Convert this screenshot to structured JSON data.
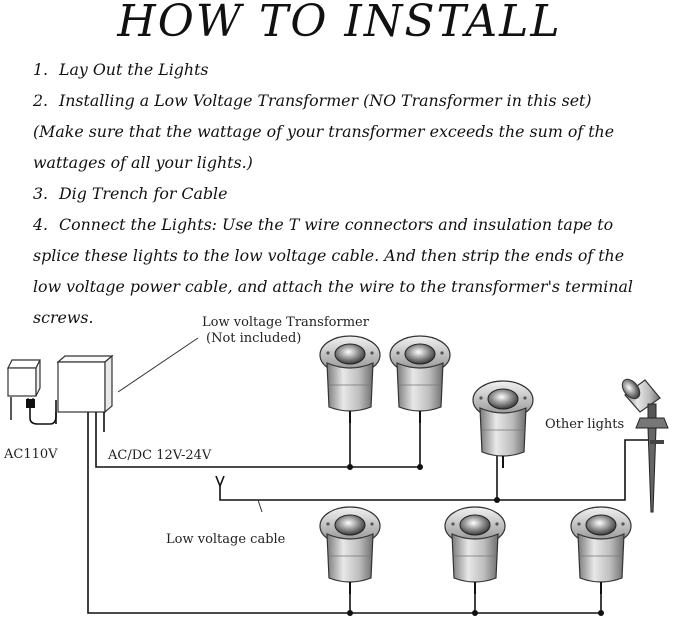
{
  "title": "HOW TO INSTALL",
  "steps": [
    {
      "num": "1.",
      "text": "Lay Out the Lights"
    },
    {
      "num": "2.",
      "text": "Installing a Low Voltage Transformer (NO Transformer in this set)"
    },
    {
      "num": "",
      "text": "(Make sure that the wattage of your transformer exceeds the sum of the"
    },
    {
      "num": "",
      "text": "wattages of all your lights.)"
    },
    {
      "num": "3.",
      "text": "Dig Trench for Cable"
    },
    {
      "num": "4.",
      "text": "Connect the Lights: Use the T wire connectors and insulation tape to"
    },
    {
      "num": "",
      "text": "splice these lights to the low voltage cable. And then strip the ends of the"
    },
    {
      "num": "",
      "text": "low voltage power cable, and attach the wire to the transformer's terminal"
    },
    {
      "num": "",
      "text": "screws."
    }
  ],
  "diagram": {
    "transformer_label_1": "Low voltage Transformer",
    "transformer_label_2": "(Not included)",
    "ac_label": "AC110V",
    "output_label": "AC/DC 12V-24V",
    "cable_label": "Low voltage cable",
    "other_lights_label": "Other lights"
  }
}
